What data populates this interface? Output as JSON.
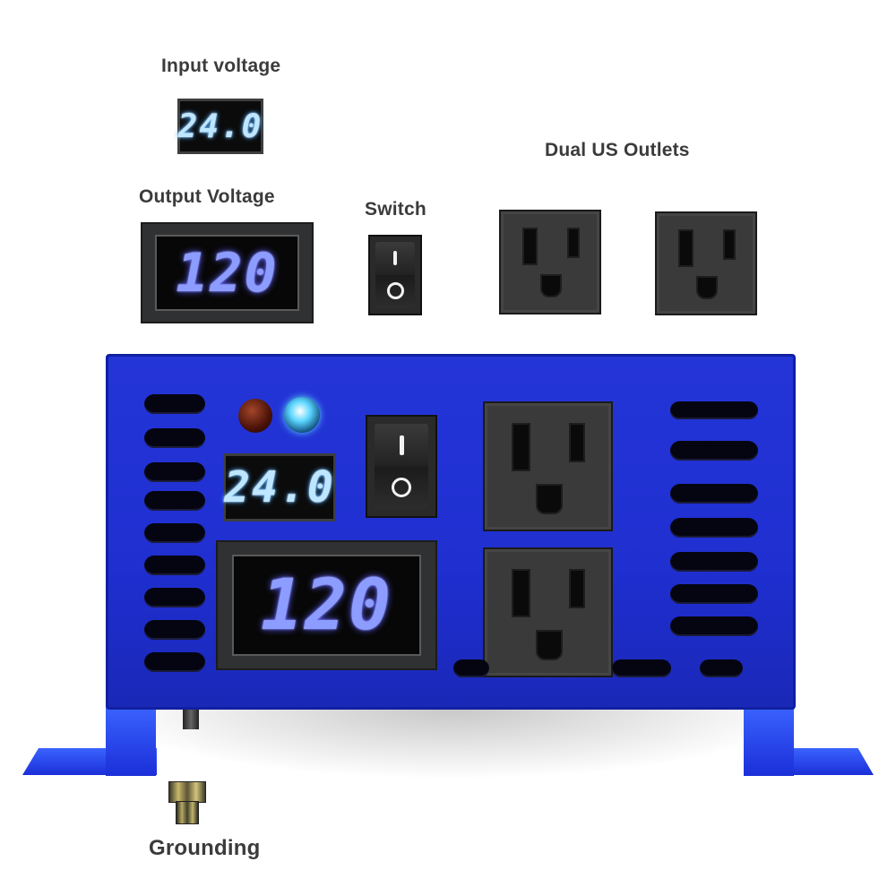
{
  "labels": {
    "input_voltage": "Input voltage",
    "output_voltage": "Output Voltage",
    "switch": "Switch",
    "dual_us_outlets": "Dual US Outlets",
    "grounding": "Grounding"
  },
  "displays": {
    "input_reading": "24.0",
    "output_reading": "120"
  },
  "colors": {
    "chassis": "#1f2fd0",
    "display_input": "#bfe6ff",
    "display_output": "#8c9cff",
    "indicator_red": "#4a1208",
    "indicator_cyan": "#5ad6ff"
  },
  "icons": {
    "switch": "rocker-switch-icon",
    "outlet": "us-outlet-icon",
    "ground": "grounding-terminal-icon"
  }
}
